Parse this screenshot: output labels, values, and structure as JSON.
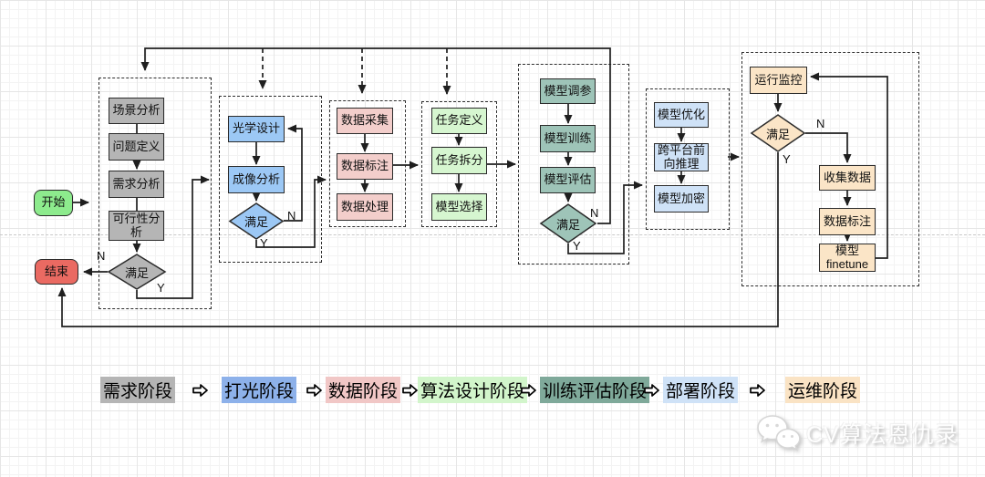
{
  "flow": {
    "start": {
      "label": "开始"
    },
    "end": {
      "label": "结束"
    }
  },
  "groups": [
    {
      "name": "需求阶段",
      "items": [
        "场景分析",
        "问题定义",
        "需求分析",
        "可行性分析"
      ],
      "decision": "满足",
      "n": "N",
      "y": "Y"
    },
    {
      "name": "打光阶段",
      "items": [
        "光学设计",
        "成像分析"
      ],
      "decision": "满足",
      "n": "N",
      "y": "Y"
    },
    {
      "name": "数据阶段",
      "items": [
        "数据采集",
        "数据标注",
        "数据处理"
      ]
    },
    {
      "name": "算法设计阶段",
      "items": [
        "任务定义",
        "任务拆分",
        "模型选择"
      ]
    },
    {
      "name": "训练评估阶段",
      "items": [
        "模型调参",
        "模型训练",
        "模型评估"
      ],
      "decision": "满足",
      "n": "N",
      "y": "Y"
    },
    {
      "name": "部署阶段",
      "items": [
        "模型优化",
        "跨平台前向推理",
        "模型加密"
      ]
    },
    {
      "name": "运维阶段",
      "items": [
        "运行监控",
        "收集数据",
        "数据标注",
        "模型finetune"
      ],
      "decision": "满足",
      "n": "N",
      "y": "Y"
    }
  ],
  "legend": {
    "items": [
      {
        "label": "需求阶段",
        "color": "#b5b5b5"
      },
      {
        "label": "打光阶段",
        "color": "#8db1ea"
      },
      {
        "label": "数据阶段",
        "color": "#f1c7c6"
      },
      {
        "label": "算法设计阶段",
        "color": "#d2f5cb"
      },
      {
        "label": "训练评估阶段",
        "color": "#7fa99a"
      },
      {
        "label": "部署阶段",
        "color": "#cfe2f7"
      },
      {
        "label": "运维阶段",
        "color": "#fae3c4"
      }
    ],
    "arrow_icon": "hollow-right-arrow"
  },
  "watermark": {
    "text": "CV算法恩仇录",
    "icon": "wechat-icon"
  },
  "colors": {
    "requirements_gray": "#b5b5b5",
    "lighting_blue": "#9cc8f5",
    "data_pink": "#f3cecb",
    "algorithm_green": "#d6f6d0",
    "training_teal": "#9ec4b8",
    "deployment_light_blue": "#cfe2f7",
    "operations_tan": "#fbe5c7",
    "start_green": "#8deb8d",
    "end_red": "#ea6a62",
    "connector_black": "#1f1f1f"
  }
}
